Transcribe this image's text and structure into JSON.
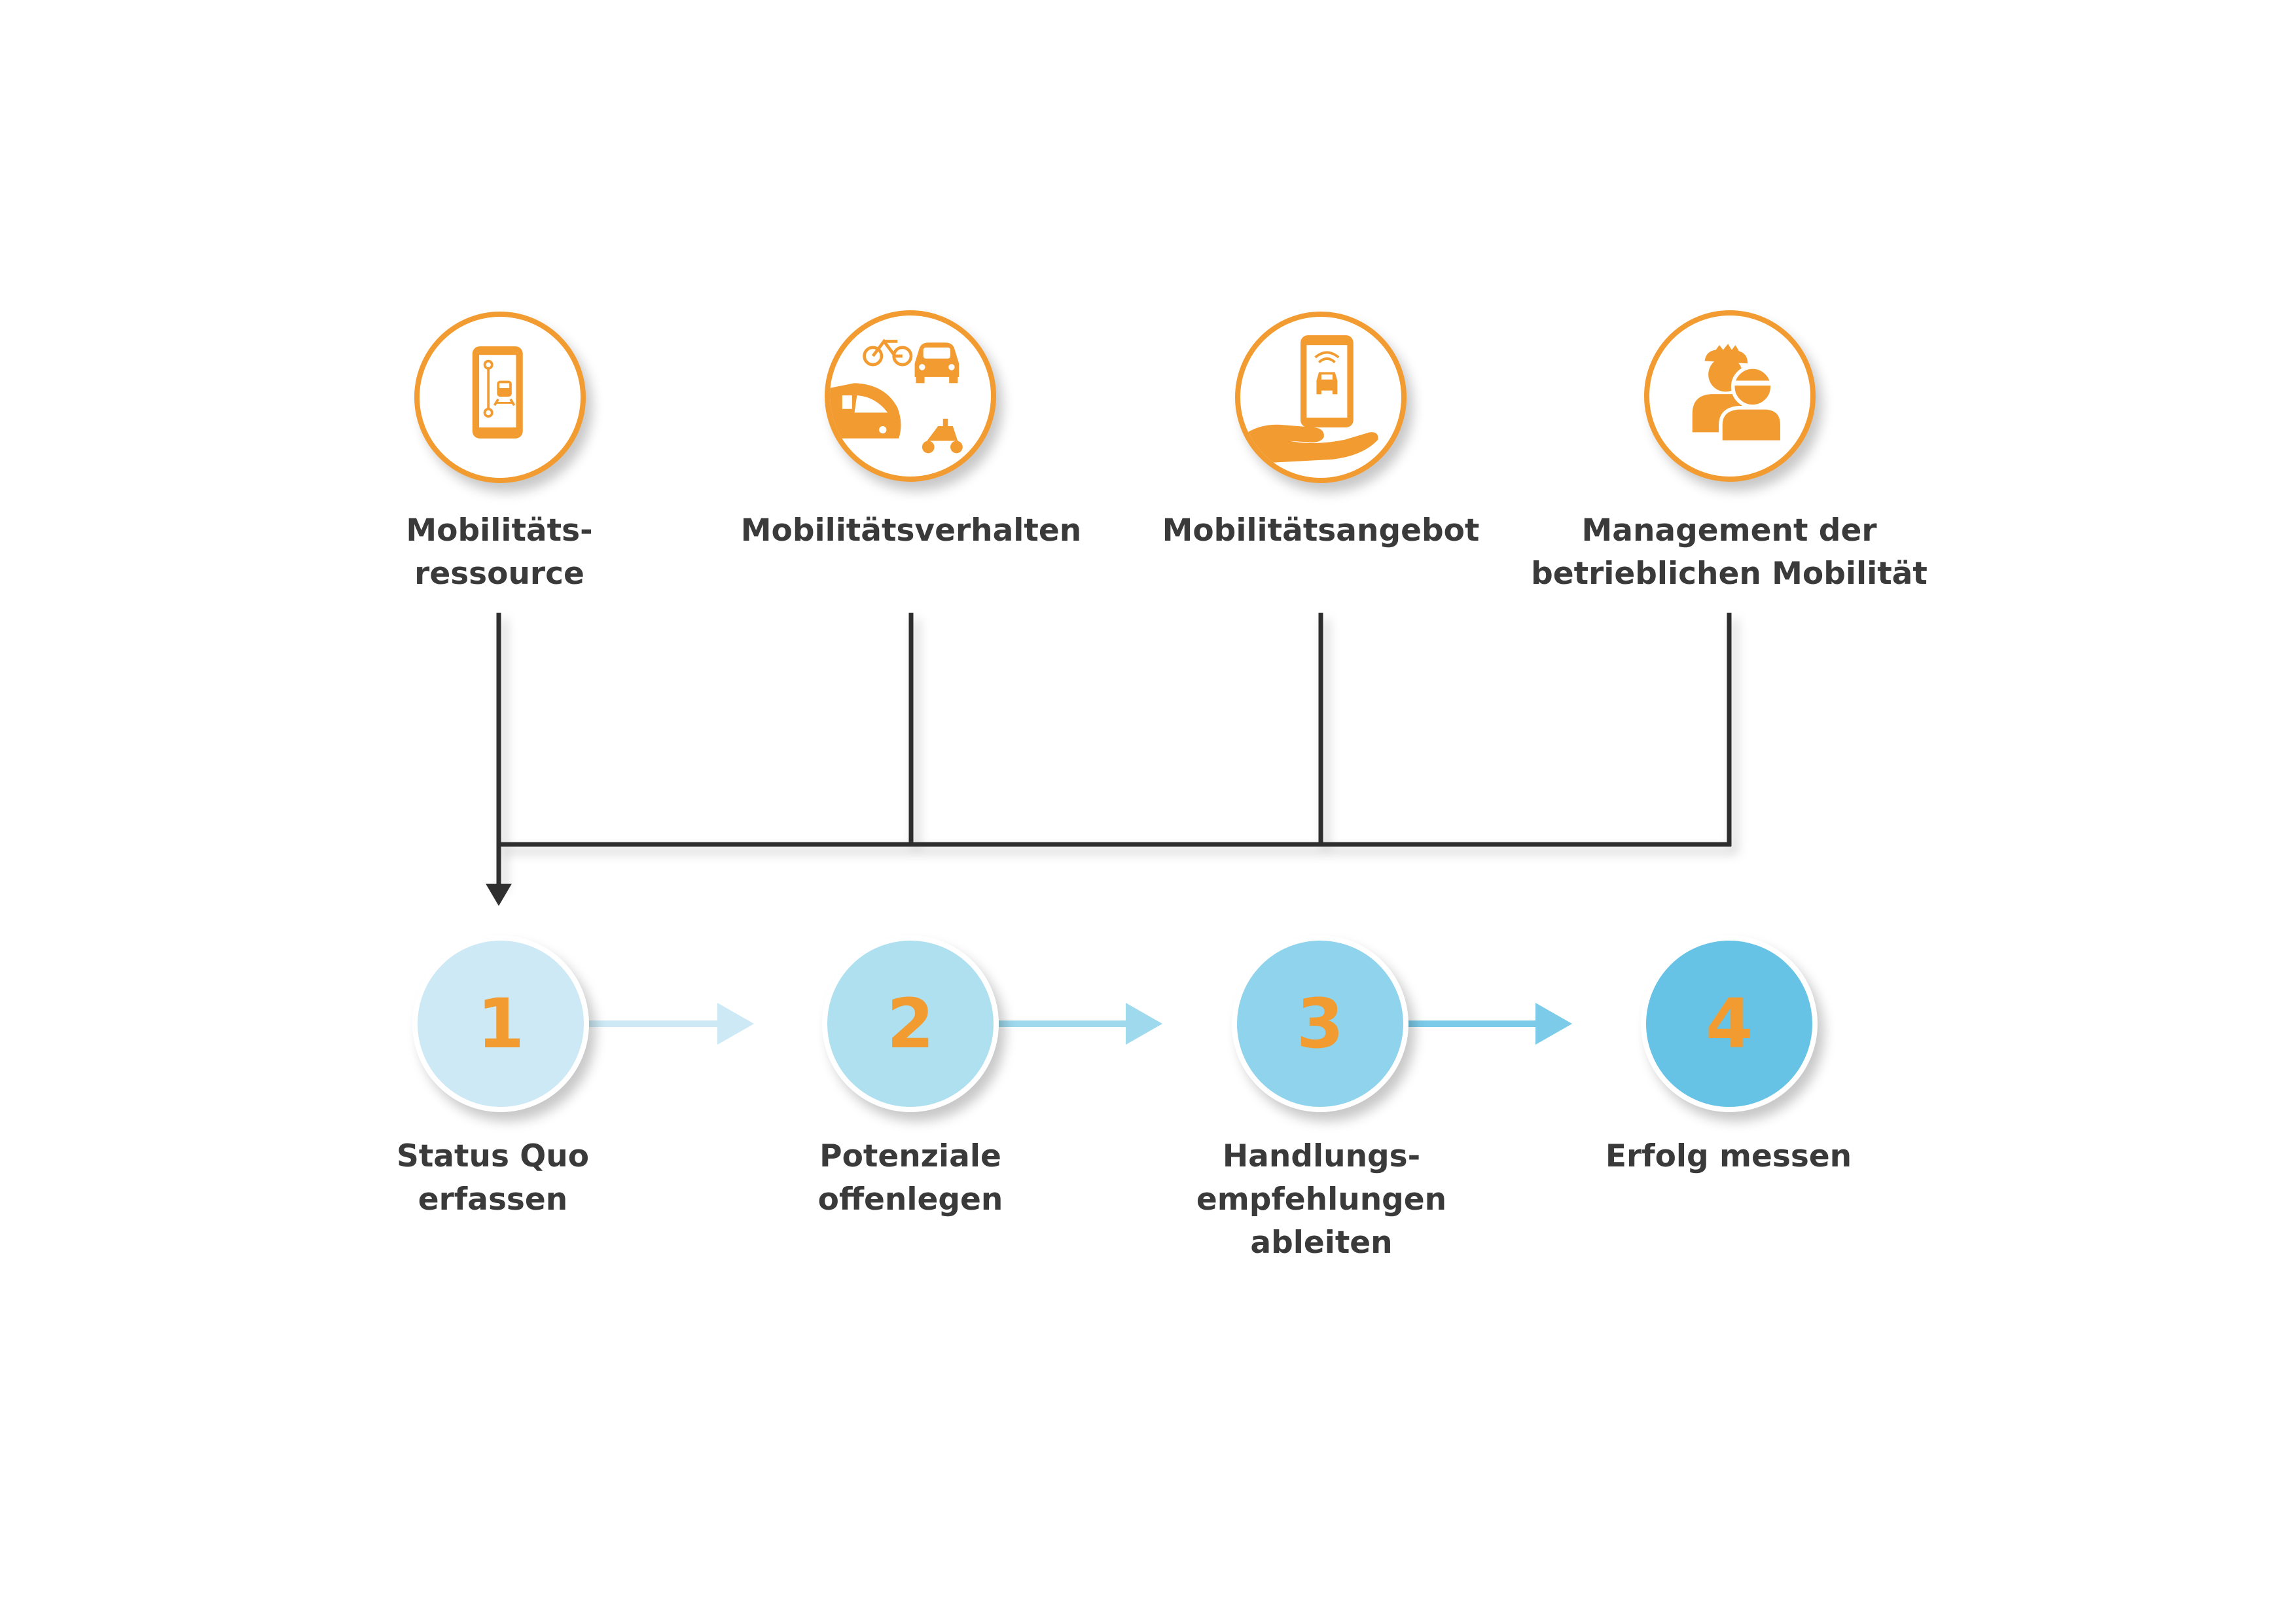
{
  "colors": {
    "accent_orange": "#f29b30",
    "connector_dark": "#2f2f2f",
    "text_dark": "#3a3a3a",
    "step1": "#cde9f5",
    "step2": "#aee0f0",
    "step3": "#8fd3ec",
    "step4": "#66c3e5"
  },
  "categories": [
    {
      "label": "Mobilitäts-\nressource",
      "icon": "phone-route-train-icon"
    },
    {
      "label": "Mobilitätsverhalten",
      "icon": "transport-modes-icon"
    },
    {
      "label": "Mobilitätsangebot",
      "icon": "hand-phone-car-sharing-icon"
    },
    {
      "label": "Management der\nbetrieblichen Mobilität",
      "icon": "people-group-icon"
    }
  ],
  "steps": [
    {
      "number": "1",
      "label": "Status Quo\nerfassen"
    },
    {
      "number": "2",
      "label": "Potenziale\noffenlegen"
    },
    {
      "number": "3",
      "label": "Handlungs-\nempfehlungen\nableiten"
    },
    {
      "number": "4",
      "label": "Erfolg messen"
    }
  ]
}
